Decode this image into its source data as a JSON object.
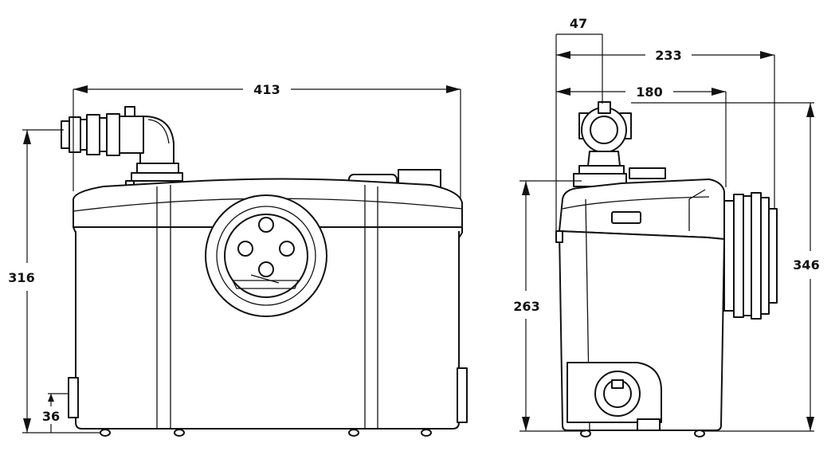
{
  "dimensions": {
    "front_width": "413",
    "front_height": "316",
    "front_inlet_height": "36",
    "side_outlet_offset": "47",
    "side_total_depth": "233",
    "side_body_depth": "180",
    "side_body_height": "263",
    "side_total_height": "346"
  },
  "colors": {
    "line": "#111111",
    "background": "#ffffff"
  }
}
